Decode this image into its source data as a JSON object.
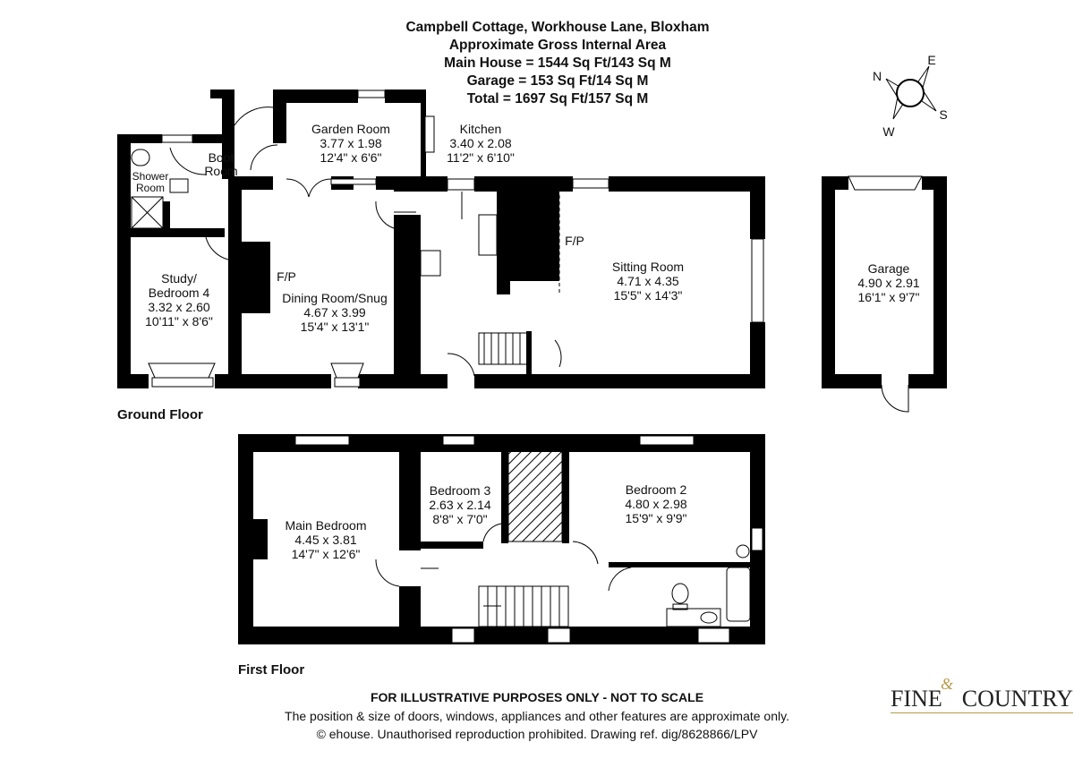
{
  "header": {
    "address": "Campbell Cottage, Workhouse Lane, Bloxham",
    "subtitle": "Approximate Gross Internal Area",
    "main_house": "Main House = 1544 Sq Ft/143 Sq M",
    "garage": "Garage = 153 Sq Ft/14 Sq M",
    "total": "Total = 1697 Sq Ft/157 Sq M"
  },
  "compass": {
    "n": "N",
    "e": "E",
    "s": "S",
    "w": "W"
  },
  "ground_floor": {
    "label": "Ground Floor",
    "rooms": {
      "garden_room": {
        "name": "Garden Room",
        "metric": "3.77 x 1.98",
        "imperial": "12'4\" x 6'6\""
      },
      "kitchen": {
        "name": "Kitchen",
        "metric": "3.40 x 2.08",
        "imperial": "11'2\" x 6'10\""
      },
      "boot_room": {
        "name1": "Boot",
        "name2": "Room"
      },
      "shower_room": {
        "name1": "Shower",
        "name2": "Room"
      },
      "study": {
        "name1": "Study/",
        "name2": "Bedroom 4",
        "metric": "3.32 x 2.60",
        "imperial": "10'11\" x 8'6\""
      },
      "dining": {
        "name": "Dining Room/Snug",
        "metric": "4.67 x 3.99",
        "imperial": "15'4\" x 13'1\"",
        "fp": "F/P"
      },
      "sitting": {
        "name": "Sitting Room",
        "metric": "4.71 x 4.35",
        "imperial": "15'5\" x 14'3\"",
        "fp": "F/P"
      },
      "garage": {
        "name": "Garage",
        "metric": "4.90 x 2.91",
        "imperial": "16'1\" x 9'7\""
      }
    }
  },
  "first_floor": {
    "label": "First Floor",
    "rooms": {
      "main_bedroom": {
        "name": "Main Bedroom",
        "metric": "4.45 x 3.81",
        "imperial": "14'7\" x 12'6\""
      },
      "bedroom3": {
        "name": "Bedroom 3",
        "metric": "2.63 x 2.14",
        "imperial": "8'8\" x 7'0\""
      },
      "bedroom2": {
        "name": "Bedroom 2",
        "metric": "4.80 x 2.98",
        "imperial": "15'9\" x 9'9\""
      }
    }
  },
  "footer": {
    "disclaimer": "FOR ILLUSTRATIVE PURPOSES ONLY - NOT TO SCALE",
    "note": "The position & size of doors, windows, appliances and other features are approximate only.",
    "copyright": "© ehouse. Unauthorised reproduction prohibited. Drawing ref. dig/8628866/LPV"
  },
  "logo": {
    "text1": "FINE",
    "amp": "&",
    "text2": "COUNTRY"
  },
  "colors": {
    "wall": "#000000",
    "logo_gold": "#b79b4a"
  }
}
